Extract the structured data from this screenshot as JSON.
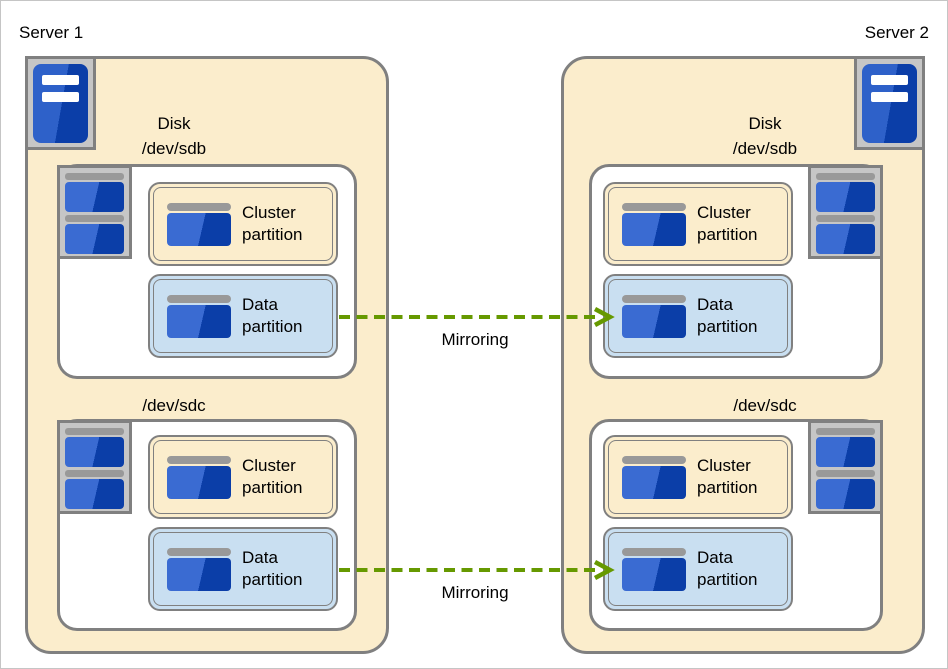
{
  "servers": [
    {
      "label": "Server 1",
      "disks": [
        {
          "device_label": "Disk",
          "device_name": "/dev/sdb",
          "partitions": [
            {
              "label": "Cluster partition"
            },
            {
              "label": "Data partition"
            }
          ]
        },
        {
          "device_name": "/dev/sdc",
          "partitions": [
            {
              "label": "Cluster partition"
            },
            {
              "label": "Data partition"
            }
          ]
        }
      ]
    },
    {
      "label": "Server 2",
      "disks": [
        {
          "device_label": "Disk",
          "device_name": "/dev/sdb",
          "partitions": [
            {
              "label": "Cluster partition"
            },
            {
              "label": "Data partition"
            }
          ]
        },
        {
          "device_name": "/dev/sdc",
          "partitions": [
            {
              "label": "Cluster partition"
            },
            {
              "label": "Data partition"
            }
          ]
        }
      ]
    }
  ],
  "mirroring_links": [
    {
      "label": "Mirroring",
      "from": "Server 1 /dev/sdb Data partition",
      "to": "Server 2 /dev/sdb Data partition"
    },
    {
      "label": "Mirroring",
      "from": "Server 1 /dev/sdc Data partition",
      "to": "Server 2 /dev/sdc Data partition"
    }
  ],
  "icons": {
    "server_icon": "server-tower",
    "disk_stack_icon": "disk-stack",
    "partition_icon": "disk-platter"
  },
  "colors": {
    "server_fill": "#FBEDCC",
    "cluster_partition_fill": "#FBEDCC",
    "data_partition_fill": "#C9DFF1",
    "border_grey": "#808080",
    "icon_chassis_grey": "#C6C6C6",
    "icon_bar_grey": "#999999",
    "icon_blue_light": "#3A6BD2",
    "icon_blue_dark": "#0B3EA8",
    "mirroring_arrow_green": "#669900"
  }
}
